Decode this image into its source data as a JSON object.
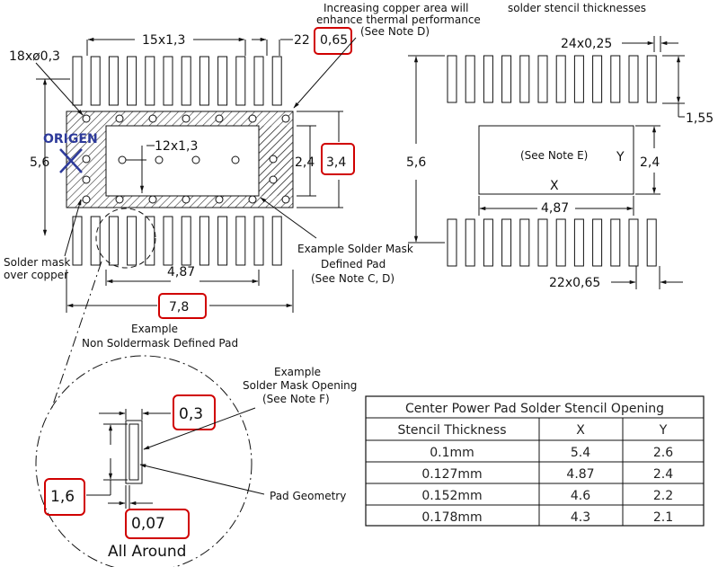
{
  "notes": {
    "copper_line1": "Increasing copper area will",
    "copper_line2": "enhance thermal performance",
    "copper_line3": "(See Note D)",
    "stencil_header": "solder stencil thicknesses",
    "solder_mask_line1": "Solder mask",
    "solder_mask_line2": "over copper",
    "example_smd_line1": "Example Solder Mask",
    "example_smd_line2": "Defined Pad",
    "example_smd_line3": "(See Note C, D)",
    "example_nsmd_line1": "Example",
    "example_nsmd_line2": "Non Soldermask Defined Pad",
    "example_opening_line1": "Example",
    "example_opening_line2": "Solder Mask Opening",
    "example_opening_line3": "(See Note F)",
    "pad_geometry": "Pad Geometry",
    "all_around": "All Around",
    "see_note_e": "(See Note E)",
    "origin_label": "ORIGEN",
    "x_label": "X",
    "y_label": "Y"
  },
  "dimensions": {
    "vias": "18xø0,3",
    "pin_span": "15x1,3",
    "pitch_left": "22x0,65",
    "pitch_left_prefix": "22",
    "pitch_left_value": "0,65",
    "left_height": "5,6",
    "inner_pitch": "12x1,3",
    "pad_height": "2,4",
    "pad_height_outer": "3,4",
    "pad_width": "4,87",
    "overall_width": "7,8",
    "stencil_pin_width": "24x0,25",
    "stencil_pin_length": "1,55",
    "stencil_height": "5,6",
    "stencil_pad_height": "2,4",
    "stencil_pad_width": "4,87",
    "stencil_pitch": "22x0,65",
    "detail_opening": "0,3",
    "detail_length": "1,6",
    "detail_clearance": "0,07"
  },
  "table": {
    "title": "Center Power Pad Solder Stencil Opening",
    "headers": [
      "Stencil Thickness",
      "X",
      "Y"
    ],
    "rows": [
      [
        "0.1mm",
        "5.4",
        "2.6"
      ],
      [
        "0.127mm",
        "4.87",
        "2.4"
      ],
      [
        "0.152mm",
        "4.6",
        "2.2"
      ],
      [
        "0.178mm",
        "4.3",
        "2.1"
      ]
    ]
  },
  "colors": {
    "highlight": "#d00000",
    "origin": "#2d3a9a"
  }
}
